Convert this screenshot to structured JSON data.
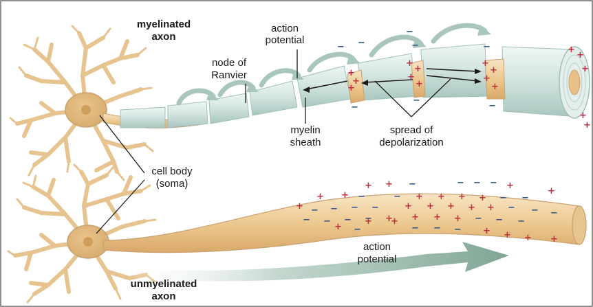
{
  "labels": {
    "myelinated_line1": "myelinated",
    "myelinated_line2": "axon",
    "action_potential_top_line1": "action",
    "action_potential_top_line2": "potential",
    "node_line1": "node of",
    "node_line2": "Ranvier",
    "myelin_line1": "myelin",
    "myelin_line2": "sheath",
    "spread_line1": "spread of",
    "spread_line2": "depolarization",
    "cellbody_line1": "cell body",
    "cellbody_line2": "(soma)",
    "action_potential_bottom_line1": "action",
    "action_potential_bottom_line2": "potential",
    "unmyelinated_line1": "unmyelinated",
    "unmyelinated_line2": "axon"
  },
  "charges": {
    "plus": "+",
    "minus": "−"
  },
  "colors": {
    "neuron": "#efd3a5",
    "neuron_edge": "#c9a170",
    "sheath": "#d4e6e2",
    "sheath_edge": "#9fbfb8",
    "arrow": "#8fb3a4",
    "plus": "#c62a3c",
    "minus": "#2c4f8a"
  }
}
